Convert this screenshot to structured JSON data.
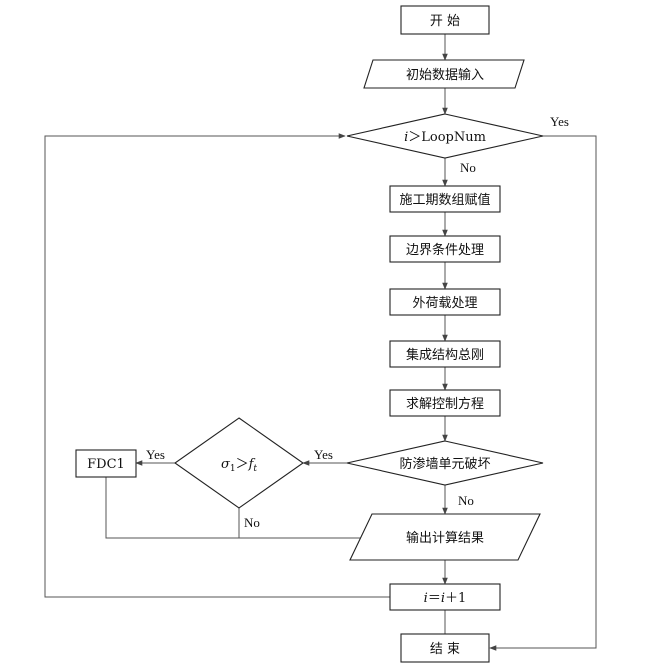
{
  "nodes": {
    "start": "开 始",
    "input": "初始数据输入",
    "loop_var": "i",
    "loop_op": "＞",
    "loop_limit": "LoopNum",
    "assign": "施工期数组赋值",
    "boundary": "边界条件处理",
    "load": "外荷载处理",
    "stiffness": "集成结构总刚",
    "solve": "求解控制方程",
    "damage": "防渗墙单元破坏",
    "sigma": "σ",
    "sigma_sub": "1",
    "cmp_op": "＞",
    "f": "f",
    "f_sub": "t",
    "fdc": "FDC1",
    "output": "输出计算结果",
    "inc_lhs": "i",
    "inc_eq": "＝",
    "inc_rhs": "i",
    "inc_plus": "＋1",
    "end": "结 束"
  },
  "edges": {
    "loop_yes": "Yes",
    "loop_no": "No",
    "damage_yes": "Yes",
    "damage_no": "No",
    "sigma_yes": "Yes",
    "sigma_no": "No"
  },
  "colors": {
    "stroke": "#222222",
    "line": "#555555"
  }
}
